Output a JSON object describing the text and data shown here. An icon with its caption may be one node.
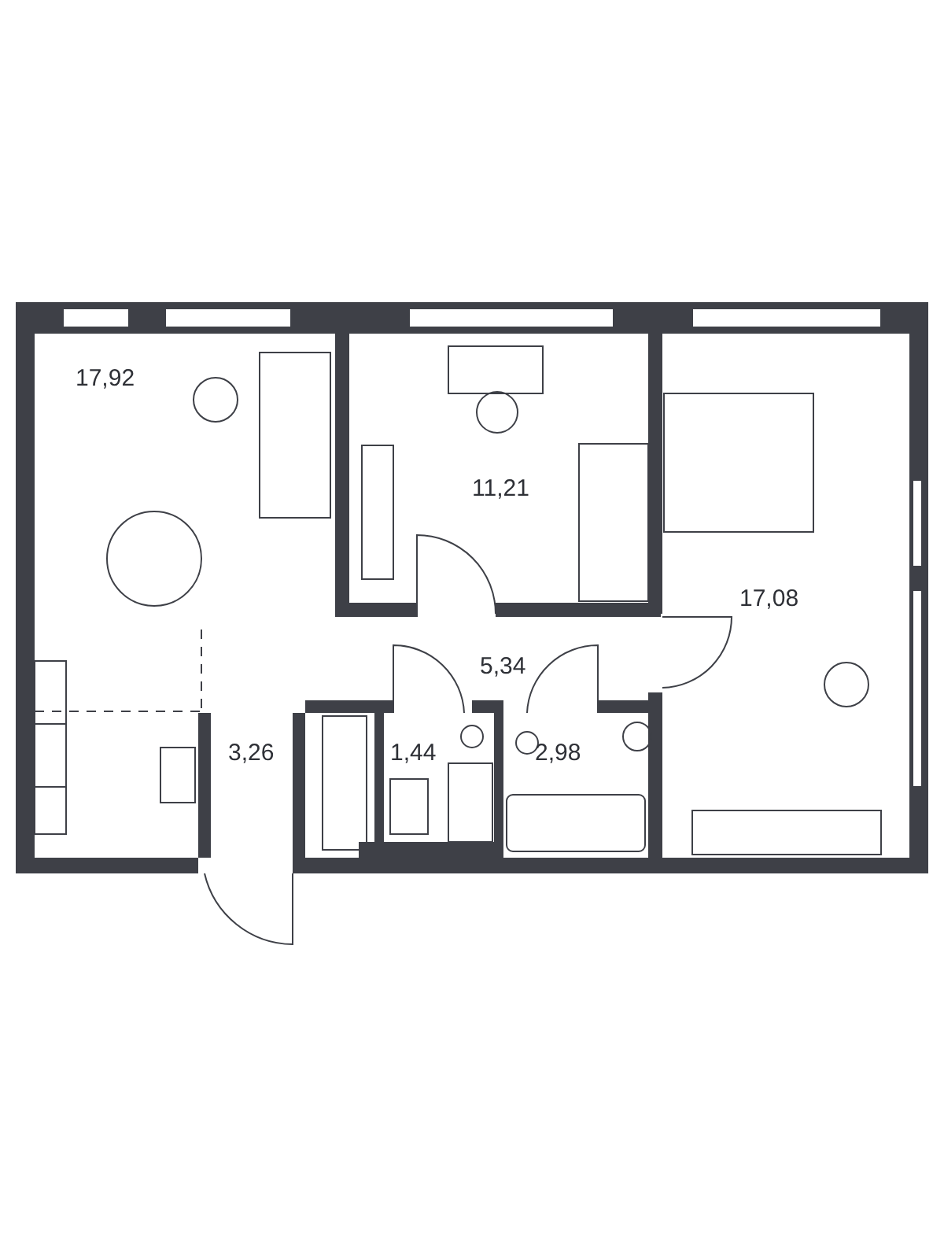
{
  "diagram": {
    "labels": [
      "17,92",
      "11,21",
      "17,08",
      "5,34",
      "3,26",
      "1,44",
      "2,98"
    ]
  }
}
